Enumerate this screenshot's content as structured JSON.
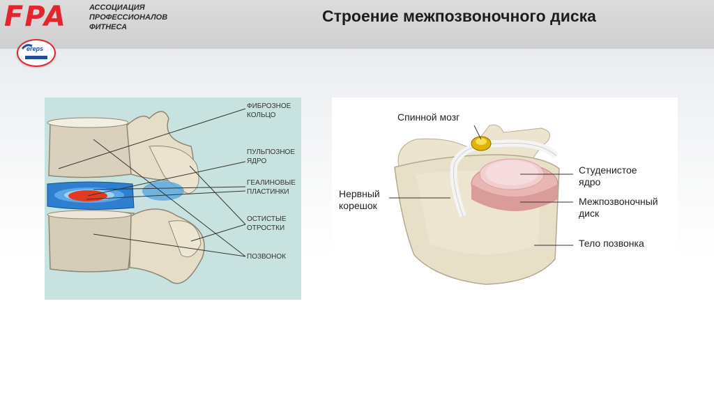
{
  "header": {
    "logo_mark": "FPA",
    "logo_lines": [
      "АССОЦИАЦИЯ",
      "ПРОФЕССИОНАЛОВ",
      "ФИТНЕСА"
    ],
    "badge_text": "ereps",
    "title": "Строение межпозвоночного диска"
  },
  "left_diagram": {
    "labels": {
      "fibrous_ring_1": "ФИБРОЗНОЕ",
      "fibrous_ring_2": "КОЛЬЦО",
      "nucleus_1": "ПУЛЬПОЗНОЕ",
      "nucleus_2": "ЯДРО",
      "plates_1": "ГЕАЛИНОВЫЕ",
      "plates_2": "ПЛАСТИНКИ",
      "spinous_1": "ОСТИСТЫЕ",
      "spinous_2": "ОТРОСТКИ",
      "vertebra": "ПОЗВОНОК"
    }
  },
  "right_diagram": {
    "labels": {
      "spinal_cord": "Спинной мозг",
      "nerve_root_1": "Нервный",
      "nerve_root_2": "корешок",
      "nucleus_1": "Студенистое",
      "nucleus_2": "ядро",
      "disc_1": "Межпозвоночный",
      "disc_2": "диск",
      "vertebral_body": "Тело позвонка"
    }
  },
  "colors": {
    "brand_red": "#e3262d",
    "left_bg": "#c8e2e0",
    "bone": "#e6ddc8",
    "disc_blue": "#2f7fd0",
    "nucleus_red": "#e23a1e",
    "disc_pink": "#e9b6b4"
  }
}
